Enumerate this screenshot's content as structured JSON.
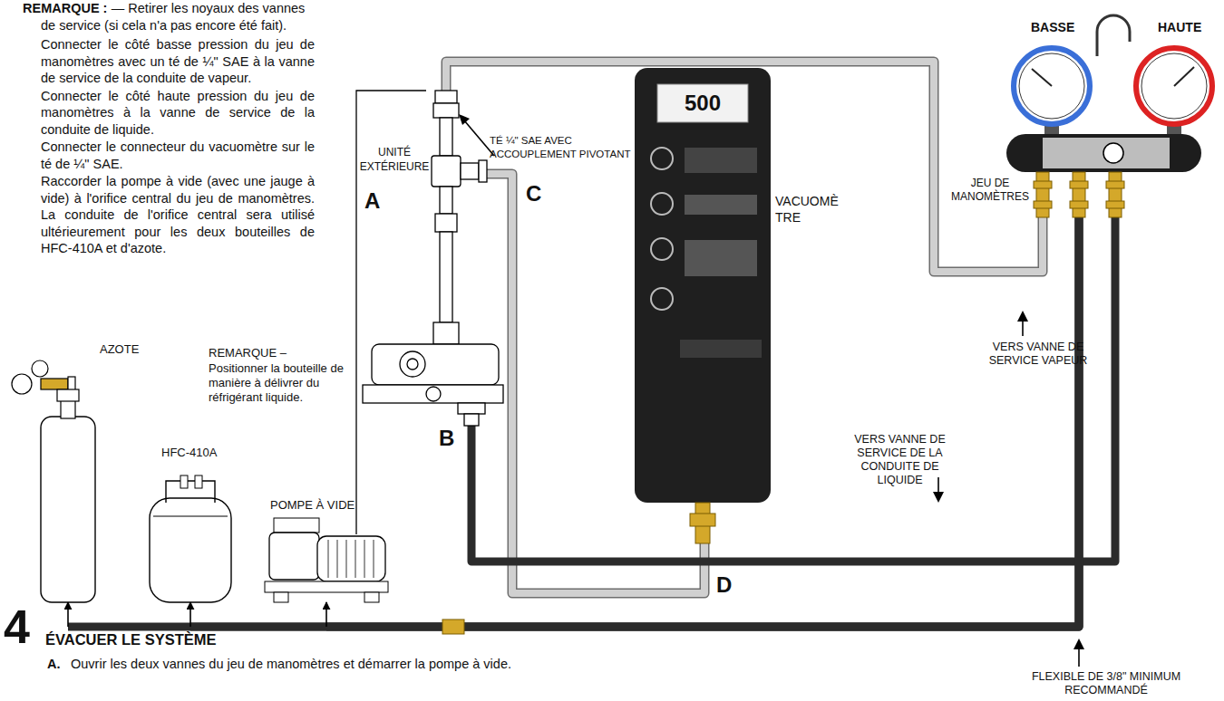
{
  "diagram": {
    "nodes": [
      {
        "text": [
          "UNITÉ EXTÉRIEURE"
        ]
      },
      {
        "text": [
          "500",
          "VACUOMÈ TRE"
        ]
      },
      {
        "text": [
          "JEU DE MANOMÈTRES"
        ]
      },
      {
        "text": [
          "AZOTE"
        ]
      },
      {
        "text": [
          "HFC-410A"
        ]
      },
      {
        "text": [
          "POMPE À VIDE"
        ]
      }
    ],
    "edges": [
      {
        "from": 0,
        "to": 2,
        "arrow": "none"
      },
      {
        "from": 0,
        "to": 1,
        "arrow": "none"
      },
      {
        "from": 0,
        "to": 2,
        "arrow": "none"
      },
      {
        "from": 2,
        "to": 3,
        "arrow": "to"
      },
      {
        "from": 2,
        "to": 4,
        "arrow": "to"
      },
      {
        "from": 2,
        "to": 5,
        "arrow": "to"
      }
    ],
    "labels": [
      "REMARQUE :",
      "— Retirer les noyaux des vannes de service (si cela n'a pas encore été fait).",
      "Connecter le côté basse pression du jeu de manomètres avec un té de ¼\" SAE à la vanne de service de la conduite de vapeur.",
      "Connecter le côté haute pression du jeu de manomètres à la vanne de service de la conduite de liquide.",
      "Connecter le connecteur du vacuomètre sur le té de ¼\" SAE.",
      "Raccorder la pompe à vide (avec une jauge à vide) à l'orifice central du jeu de manomètres. La conduite de l'orifice central sera utilisé ultérieurement pour les deux bouteilles de HFC-410A et d'azote.",
      "BASSE",
      "HAUTE",
      "TÉ ¼\" SAE AVEC ACCOUPLEMENT PIVOTANT",
      "A",
      "B",
      "C",
      "D",
      "VERS VANNE DE SERVICE VAPEUR",
      "VERS VANNE DE SERVICE DE LA CONDUITE DE LIQUIDE",
      "REMARQUE –",
      "Positionner la bouteille de manière à délivrer du réfrigérant liquide.",
      "FLEXIBLE DE 3/8\" MINIMUM RECOMMANDÉ",
      "4",
      "ÉVACUER LE SYSTÈME",
      "A.",
      "Ouvrir les deux vannes du jeu de manomètres et démarrer la pompe à vide."
    ]
  }
}
